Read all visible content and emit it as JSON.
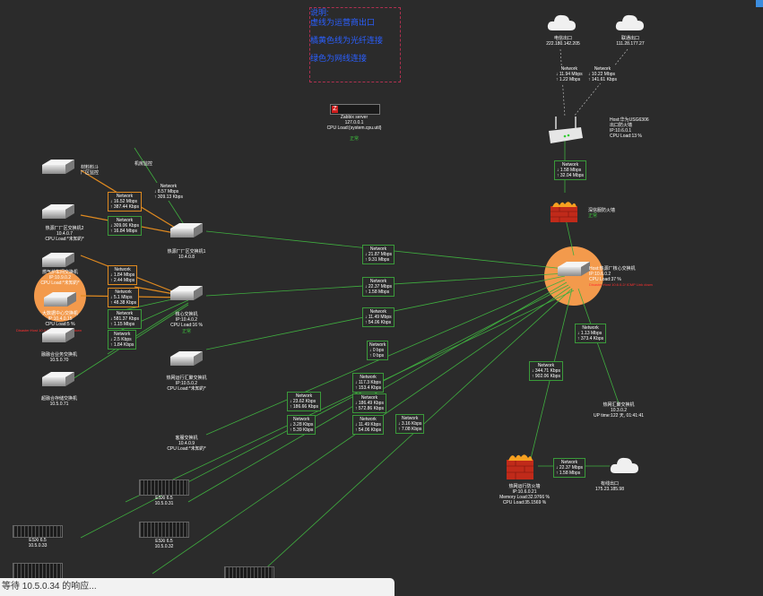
{
  "legend": {
    "title": "说明:",
    "line1": "虚线为运营商出口",
    "line2": "橘黄色线为光纤连接",
    "line3": "绿色为网线连接"
  },
  "status_bar": {
    "text": "等待 10.5.0.34 的响应..."
  },
  "nodes": {
    "dx": {
      "l1": "电信出口",
      "l2": "222.180.142.205"
    },
    "lt": {
      "l1": "联通出口",
      "l2": "111.28.177.27"
    },
    "zabbix": {
      "l1": "Zabbix server",
      "l2": "127.0.0.1",
      "l3": "CPU Load:{system.cpu.util}",
      "st": "正常"
    },
    "huawei": {
      "l1": "Host:华为USG6306",
      "l2": "出口防火墙",
      "l3": "IP:10.6.0.1",
      "l4": "CPU Load:13 %"
    },
    "fw_edge": {
      "l1": "深信服防火墙",
      "st": "正常"
    },
    "core": {
      "l1": "Host:热源厂核心交换机",
      "l2": "IP:10.6.0.2",
      "l3": "CPU Load:37 %",
      "r": "Disaster:Host 10.6.0.2/ ICMP Link down"
    },
    "sw_gw": {
      "l1": "材料料斗",
      "l2": "厂区监控"
    },
    "jf": {
      "l1": "机房监控"
    },
    "sw2": {
      "l1": "热源厂厂区交换机2",
      "l2": "10.4.0.7",
      "l3": "CPU Load:*未知的*"
    },
    "sw1": {
      "l1": "热源厂厂区交换机1",
      "l2": "10.4.0.8"
    },
    "ck": {
      "l1": "燃气炉车间交换机",
      "l2": "IP:10.9.0.2",
      "l3": "CPU Load:*未知的*"
    },
    "dsj": {
      "l1": "大数据中心交换机",
      "l2": "IP:10.4.0.15",
      "l3": "CPU Load:5 %",
      "r": "Disaster:Host 10.4.0.15/ ICMP Link down"
    },
    "hx": {
      "l1": "核心交换机",
      "l2": "IP:10.4.0.2",
      "l3": "CPU Load:16 %",
      "st": "正常"
    },
    "ronghe": {
      "l1": "融融合业务交换机",
      "l2": "10.5.0.70"
    },
    "chao": {
      "l1": "超融合存储交换机",
      "l2": "10.5.0.71"
    },
    "rwy": {
      "l1": "热网运行汇聚交换机",
      "l2": "IP:10.5.0.2",
      "l3": "CPU Load:*未知的*"
    },
    "kf": {
      "l1": "客服交换机",
      "l2": "10.4.0.9",
      "l3": "CPU Load:*未知的*"
    },
    "rwhj": {
      "l1": "热网汇聚交换机",
      "l2": "10.3.0.2",
      "l3": "UP time:122 天, 01:41:41"
    },
    "rwfw": {
      "l1": "热网运行防火墙",
      "l2": "IP:10.6.0.21",
      "l3": "Memory Load:32.9766 %",
      "l4": "CPU Load:35.1569 %"
    },
    "yd": {
      "l1": "有线出口",
      "l2": "175.23.185.98"
    },
    "esx1": {
      "l1": "ESXi 6.5",
      "l2": "10.5.0.31"
    },
    "esx2": {
      "l1": "ESXi 6.5",
      "l2": "10.5.0.33"
    },
    "esx3": {
      "l1": "ESXi 6.5",
      "l2": "10.5.0.32"
    }
  },
  "links": [
    {
      "title": "Network",
      "d": "↓ 11.94 Mbps",
      "u": "↑ 1.22 Mbps"
    },
    {
      "title": "Network",
      "d": "↓ 10.22 Mbps",
      "u": "↑ 141.61 Kbps"
    },
    {
      "title": "Network",
      "d": "↓ 1.58 Mbps",
      "u": "↑ 32.04 Mbps"
    },
    {
      "title": "Network",
      "d": "↓ 8.57 Mbps",
      "u": "↑ 309.13 Kbps"
    },
    {
      "title": "Network",
      "d": "↓ 16.52 Mbps",
      "u": "↑ 387.44 Kbps"
    },
    {
      "title": "Network",
      "d": "↓ 309.06 Kbps",
      "u": "↑ 16.84 Mbps"
    },
    {
      "title": "Network",
      "d": "↓ 21.87 Mbps",
      "u": "↑ 9.31 Mbps"
    },
    {
      "title": "Network",
      "d": "↓ 1.84 Mbps",
      "u": "↑ 2.44 Mbps"
    },
    {
      "title": "Network",
      "d": "↓ 22.37 Mbps",
      "u": "↑ 1.58 Mbps"
    },
    {
      "title": "Network",
      "d": "↓ 5.1 Mbps",
      "u": "↑ 48.38 Kbps"
    },
    {
      "title": "Network",
      "d": "↓ 581.37 Kbps",
      "u": "↑ 1.15 Mbps"
    },
    {
      "title": "Network",
      "d": "↓ 11.49 Mbps",
      "u": "↑ 54.06 Kbps"
    },
    {
      "title": "Network",
      "d": "↓ 2.5 Kbps",
      "u": "↑ 1.84 Kbps"
    },
    {
      "title": "Network",
      "d": "↓ 1.13 Mbps",
      "u": "↑ 373.4 Kbps"
    },
    {
      "title": "Network",
      "d": "↓ 0 bps",
      "u": "↑ 0 bps"
    },
    {
      "title": "Network",
      "d": "↓ 344.71 Kbps",
      "u": "↑ 902.06 Kbps"
    },
    {
      "title": "Network",
      "d": "↓ 117.3 Kbps",
      "u": "↑ 153.4 Kbps"
    },
    {
      "title": "Network",
      "d": "↓ 23.62 Kbps",
      "u": "↑ 186.66 Kbps"
    },
    {
      "title": "Network",
      "d": "↓ 186.49 Kbps",
      "u": "↑ 572.86 Kbps"
    },
    {
      "title": "Network",
      "d": "↓ 3.28 Kbps",
      "u": "↑ 5.39 Kbps"
    },
    {
      "title": "Network",
      "d": "↓ 11.49 Kbps",
      "u": "↑ 54.06 Kbps"
    },
    {
      "title": "Network",
      "d": "↓ 3.16 Kbps",
      "u": "↑ 7.08 Kbps"
    },
    {
      "title": "Network",
      "d": "↓ 22.37 Mbps",
      "u": "↑ 1.58 Mbps"
    }
  ]
}
